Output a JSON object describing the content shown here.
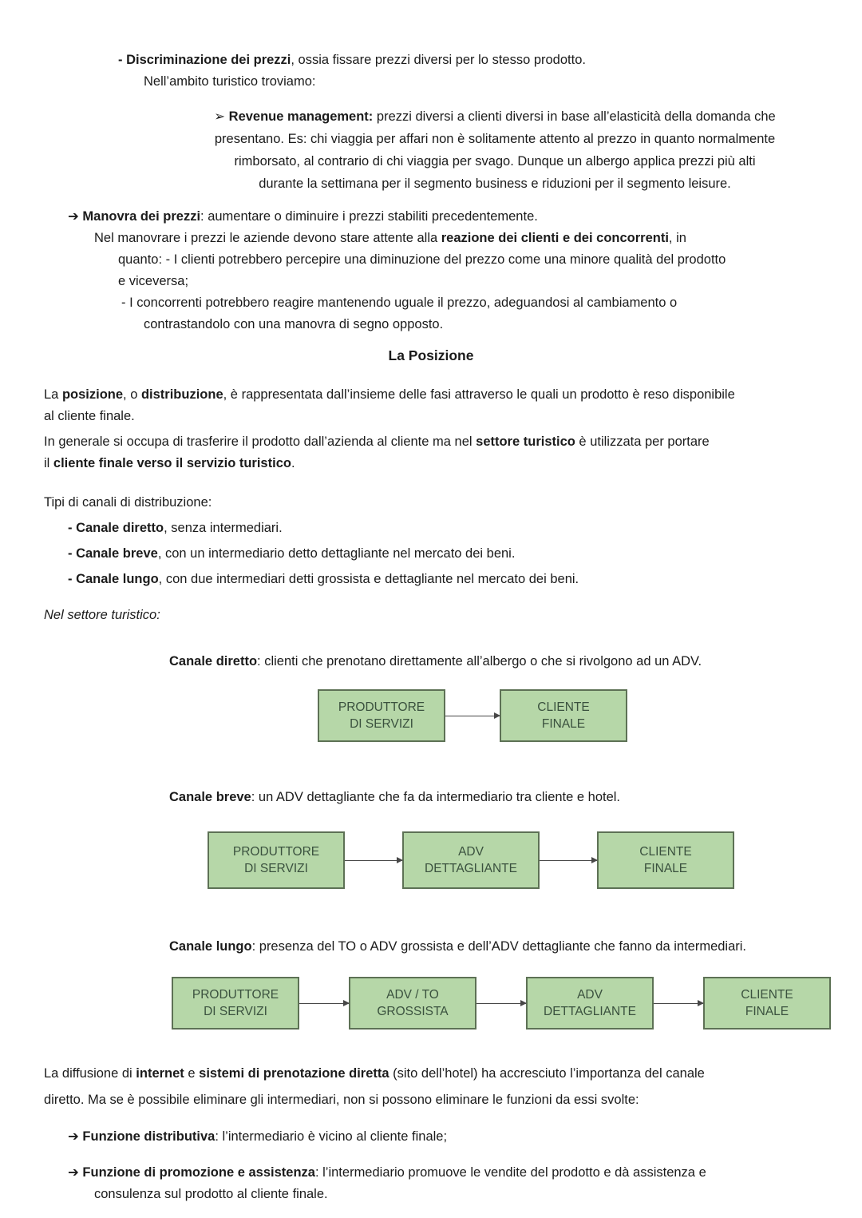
{
  "colors": {
    "background": "#ffffff",
    "text": "#1b1b1b",
    "box_fill": "#b6d7a8",
    "box_border": "#5d7155",
    "box_text": "#3a513e",
    "arrow": "#474747"
  },
  "content": {
    "disc1": [
      {
        "t": "- Discriminazione dei prezzi",
        "b": true
      },
      {
        "t": ", ossia fissare prezzi diversi per lo stesso prodotto."
      }
    ],
    "disc2": [
      {
        "t": "Nell’ambito turistico troviamo:"
      }
    ],
    "rev1": [
      {
        "t": "➢ Revenue management:",
        "b": true
      },
      {
        "t": " prezzi diversi a clienti diversi in base all’elasticità della domanda che"
      }
    ],
    "rev2": [
      {
        "t": "presentano. Es: chi viaggia per affari non è solitamente attento al prezzo in quanto normalmente"
      }
    ],
    "rev3": [
      {
        "t": "rimborsato, al contrario di chi viaggia per svago. Dunque un albergo applica prezzi più alti"
      }
    ],
    "rev4": [
      {
        "t": "durante la settimana per il segmento business e riduzioni per il segmento leisure."
      }
    ],
    "man1": [
      {
        "t": "➔ Manovra dei prezzi",
        "b": true
      },
      {
        "t": ": aumentare o diminuire i prezzi stabiliti precedentemente."
      }
    ],
    "man2": [
      {
        "t": "Nel manovrare i prezzi le aziende devono stare attente alla "
      },
      {
        "t": "reazione dei clienti e dei concorrenti",
        "b": true
      },
      {
        "t": ", in"
      }
    ],
    "man3": [
      {
        "t": "quanto: - I clienti potrebbero percepire una diminuzione del prezzo come una minore qualità del prodotto"
      }
    ],
    "man4": [
      {
        "t": "e viceversa;"
      }
    ],
    "man5": [
      {
        "t": "- I concorrenti potrebbero reagire mantenendo uguale il prezzo, adeguandosi al cambiamento o"
      }
    ],
    "man6": [
      {
        "t": "contrastandolo con una manovra di segno opposto."
      }
    ],
    "heading": "La Posizione",
    "pos1": [
      {
        "t": "La "
      },
      {
        "t": "posizione",
        "b": true
      },
      {
        "t": ", o "
      },
      {
        "t": "distribuzione",
        "b": true
      },
      {
        "t": ", è rappresentata dall’insieme delle fasi attraverso le quali un prodotto è reso disponibile"
      }
    ],
    "pos2": [
      {
        "t": "al cliente finale."
      }
    ],
    "pos3": [
      {
        "t": "In generale si occupa di trasferire il prodotto dall’azienda al cliente ma nel "
      },
      {
        "t": "settore turistico",
        "b": true
      },
      {
        "t": " è utilizzata per portare"
      }
    ],
    "pos4": [
      {
        "t": "il "
      },
      {
        "t": "cliente finale verso il servizio turistico",
        "b": true
      },
      {
        "t": "."
      }
    ],
    "tipi": [
      {
        "t": "Tipi di canali di distribuzione:"
      }
    ],
    "can1": [
      {
        "t": "- Canale diretto",
        "b": true
      },
      {
        "t": ", senza intermediari."
      }
    ],
    "can2": [
      {
        "t": "- Canale breve",
        "b": true
      },
      {
        "t": ", con un intermediario detto dettagliante nel mercato dei beni."
      }
    ],
    "can3": [
      {
        "t": "- Canale lungo",
        "b": true
      },
      {
        "t": ", con due intermediari detti grossista e dettagliante nel mercato dei beni."
      }
    ],
    "nst": [
      {
        "t": "Nel settore turistico:",
        "i": true
      }
    ],
    "cap1": [
      {
        "t": "Canale diretto",
        "b": true
      },
      {
        "t": ": clienti che prenotano direttamente all’albergo o che si rivolgono ad un ADV."
      }
    ],
    "cap2": [
      {
        "t": "Canale breve",
        "b": true
      },
      {
        "t": ": un ADV dettagliante che fa da intermediario tra cliente e hotel."
      }
    ],
    "cap3": [
      {
        "t": "Canale lungo",
        "b": true
      },
      {
        "t": ": presenza del TO o ADV grossista e dell’ADV dettagliante che fanno da intermediari."
      }
    ],
    "diff1": [
      {
        "t": "La diffusione di "
      },
      {
        "t": "internet",
        "b": true
      },
      {
        "t": " e "
      },
      {
        "t": "sistemi di prenotazione diretta",
        "b": true
      },
      {
        "t": " (sito dell’hotel) ha accresciuto l’importanza del canale"
      }
    ],
    "diff2": [
      {
        "t": "diretto. Ma se è possibile eliminare gli intermediari, non si possono eliminare le funzioni da essi svolte:"
      }
    ],
    "fun1": [
      {
        "t": "➔ Funzione distributiva",
        "b": true
      },
      {
        "t": ": l’intermediario è vicino al cliente finale;"
      }
    ],
    "fun2": [
      {
        "t": "➔ Funzione di promozione e assistenza",
        "b": true
      },
      {
        "t": ": l’intermediario promuove le vendite del prodotto e dà assistenza e"
      }
    ],
    "fun3": [
      {
        "t": "consulenza sul prodotto al cliente finale."
      }
    ]
  },
  "diagrams": {
    "d1": {
      "boxes": [
        {
          "line1": "PRODUTTORE",
          "line2": "DI SERVIZI"
        },
        {
          "line1": "CLIENTE",
          "line2": "FINALE"
        }
      ]
    },
    "d2": {
      "boxes": [
        {
          "line1": "PRODUTTORE",
          "line2": "DI SERVIZI"
        },
        {
          "line1": "ADV",
          "line2": "DETTAGLIANTE"
        },
        {
          "line1": "CLIENTE",
          "line2": "FINALE"
        }
      ]
    },
    "d3": {
      "boxes": [
        {
          "line1": "PRODUTTORE",
          "line2": "DI SERVIZI"
        },
        {
          "line1": "ADV / TO",
          "line2": "GROSSISTA"
        },
        {
          "line1": "ADV",
          "line2": "DETTAGLIANTE"
        },
        {
          "line1": "CLIENTE",
          "line2": "FINALE"
        }
      ]
    }
  }
}
